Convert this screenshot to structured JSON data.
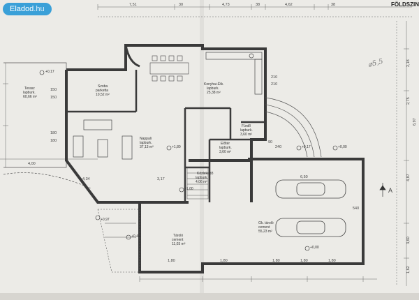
{
  "watermark": {
    "brand": "Eladod",
    "suffix": ".hu"
  },
  "sheet_title": "FÖLDSZIN",
  "section_marker": "A",
  "handwritten_note": "⌀5,5",
  "rooms": [
    {
      "name": "Terasz",
      "floor": "lapburk.",
      "area": "60,66 m²"
    },
    {
      "name": "Szoba",
      "floor": "parketta",
      "area": "10,52 m²"
    },
    {
      "name": "Nappali",
      "floor": "lapburk.",
      "area": "37,13 m²"
    },
    {
      "name": "Konyha+Étk.",
      "floor": "lapburk.",
      "area": "25,38 m²"
    },
    {
      "name": "Fürdő",
      "floor": "lapburk.",
      "area": "3,60 m²"
    },
    {
      "name": "Előtér",
      "floor": "lapburk.",
      "area": "3,60 m²"
    },
    {
      "name": "Közlekedő",
      "floor": "lapburk.",
      "area": "4,06 m²"
    },
    {
      "name": "Tároló",
      "floor": "cement",
      "area": "11,03 m²"
    },
    {
      "name": "Gk. tároló",
      "floor": "cement",
      "area": "55,23 m²"
    }
  ],
  "dimensions_top": [
    "7,51",
    "30",
    "4,73",
    "38",
    "4,62",
    "38"
  ],
  "dimensions_left": [
    "150",
    "150",
    "180",
    "180"
  ],
  "dimensions_right": [
    "2,18",
    "2,75",
    "6,97",
    "4,87",
    "3,60",
    "1,62"
  ],
  "dimensions_bottom": [
    "1,80",
    "1,80",
    "1,80",
    "1,80",
    "1,80"
  ],
  "dimensions_misc": [
    "4,00",
    "4,34",
    "3,17",
    "6,50",
    "540",
    "210",
    "210",
    "90",
    "240"
  ],
  "levels": [
    "+0,17",
    "+1,80",
    "+1,00",
    "+0,00",
    "+0,17",
    "+0,00",
    "+0,45",
    "+0,97"
  ]
}
